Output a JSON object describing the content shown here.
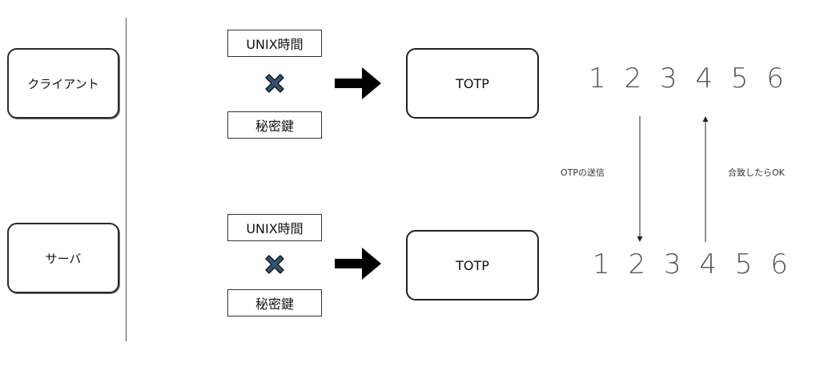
{
  "client": {
    "label": "クライアント",
    "input_time": "UNIX時間",
    "input_secret": "秘密鍵",
    "totp_label": "TOTP",
    "code": "1 2 3 4 5 6"
  },
  "server": {
    "label": "サーバ",
    "input_time": "UNIX時間",
    "input_secret": "秘密鍵",
    "totp_label": "TOTP",
    "code": "1 2 3 4 5 6"
  },
  "flows": {
    "send_label": "OTPの送信",
    "match_label": "合致したらOK"
  },
  "icons": {
    "times": "times-icon",
    "arrow": "arrow-right-icon"
  },
  "colors": {
    "times_fill": "#2f5577",
    "times_stroke": "#111111",
    "code_text": "#555555"
  }
}
